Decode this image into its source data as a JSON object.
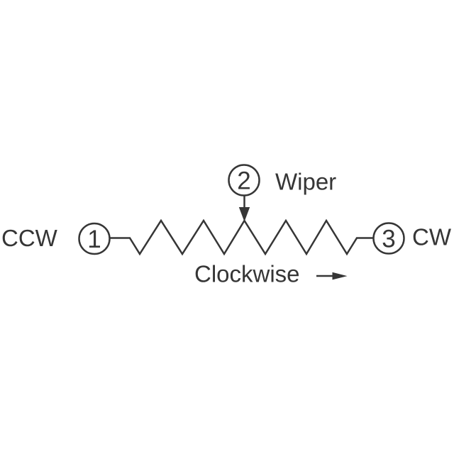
{
  "labels": {
    "ccw": "CCW",
    "cw": "CW",
    "wiper": "Wiper",
    "clockwise": "Clockwise"
  },
  "terminals": {
    "t1": "1",
    "t2": "2",
    "t3": "3"
  },
  "colors": {
    "line": "#363636",
    "text": "#363636",
    "background": "#ffffff"
  }
}
